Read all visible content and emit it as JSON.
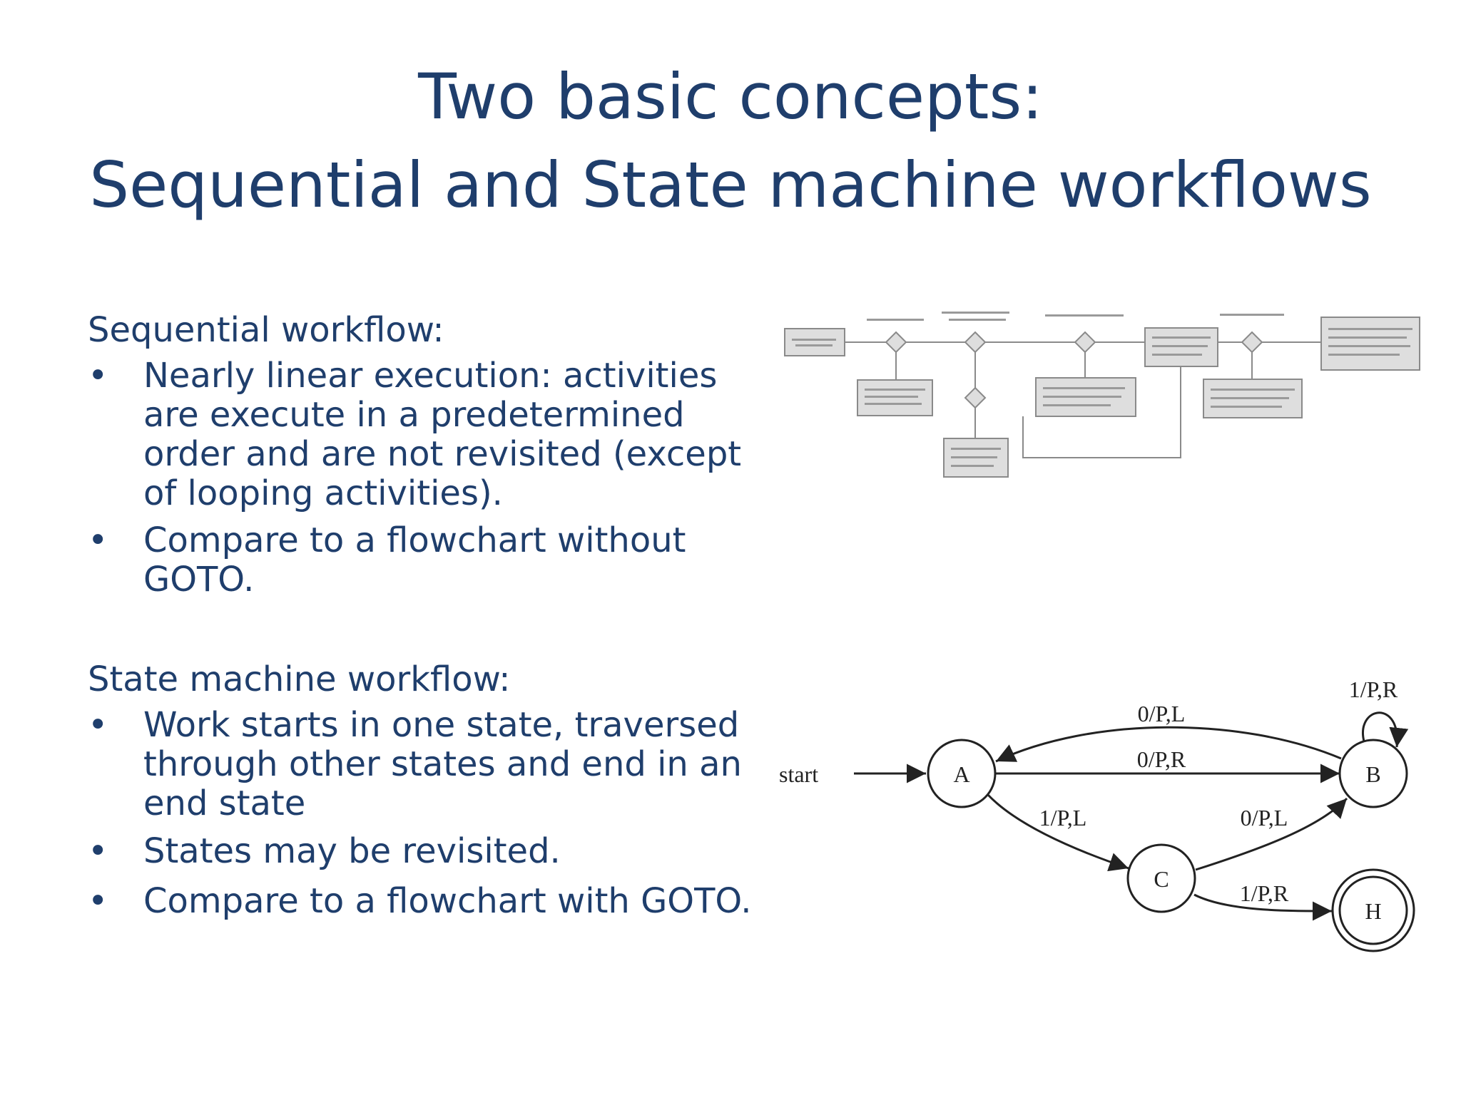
{
  "title": {
    "line1": "Two basic concepts:",
    "line2": "Sequential and State machine workflows"
  },
  "sequential": {
    "heading": "Sequential workflow:",
    "bullets": [
      "Nearly linear execution: activities are execute in a predetermined order and are not revisited (except of looping activities).",
      "Compare to a flowchart without GOTO."
    ]
  },
  "state_machine": {
    "heading": "State machine workflow:",
    "bullets": [
      "Work starts in one state, traversed through other states and end in an end state",
      "States may be revisited.",
      "Compare to a flowchart with GOTO."
    ]
  },
  "bullet_symbol": "•",
  "flowchart_icon": "flowchart-thumbnail-icon",
  "state_diagram": {
    "start_label": "start",
    "states": [
      "A",
      "B",
      "C",
      "H"
    ],
    "final_state": "H",
    "transitions": [
      {
        "from": "B",
        "to": "A",
        "label": "0/P,L"
      },
      {
        "from": "A",
        "to": "B",
        "label": "0/P,R"
      },
      {
        "from": "A",
        "to": "C",
        "label": "1/P,L"
      },
      {
        "from": "C",
        "to": "B",
        "label": "0/P,L"
      },
      {
        "from": "C",
        "to": "H",
        "label": "1/P,R"
      },
      {
        "from": "B",
        "to": "B",
        "label": "1/P,R"
      }
    ]
  },
  "colors": {
    "text": "#1f3e6c",
    "diagram": "#222222"
  }
}
